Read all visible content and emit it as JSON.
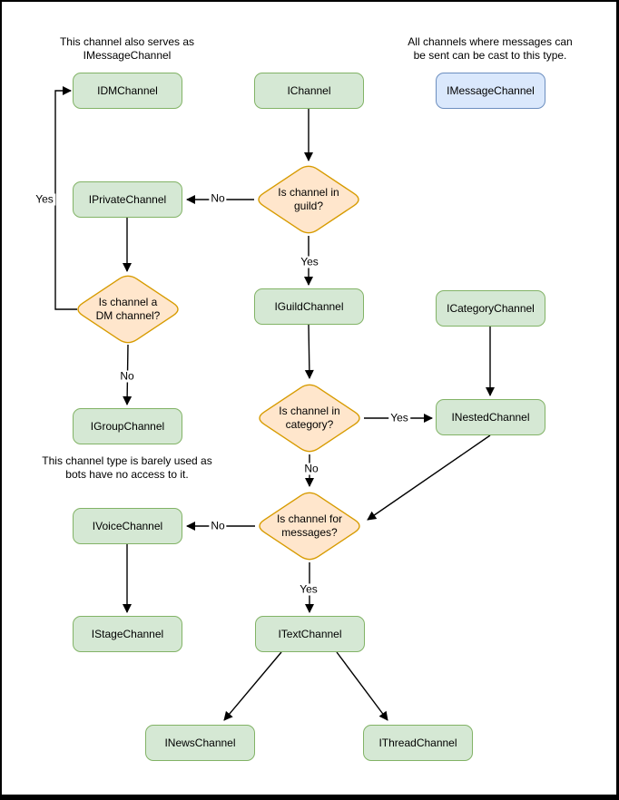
{
  "colors": {
    "channel_fill": "#d5e8d4",
    "channel_stroke": "#82b366",
    "message_fill": "#dae8fc",
    "message_stroke": "#6c8ebf",
    "decision_fill": "#ffe6cc",
    "decision_stroke": "#d79b00",
    "connector": "#000000",
    "text": "#000000",
    "page_bg": "#ffffff",
    "frame_bg": "#000000"
  },
  "notes": {
    "dm_channel": "This channel also serves as\nIMessageChannel",
    "message_channel": "All channels where messages can\nbe sent can be cast to this type.",
    "group_channel": "This channel type is barely used as\nbots have no access to it."
  },
  "nodes": {
    "idmchannel": "IDMChannel",
    "ichannel": "IChannel",
    "imessagechannel": "IMessageChannel",
    "iprivatechannel": "IPrivateChannel",
    "iguildchannel": "IGuildChannel",
    "icategorychannel": "ICategoryChannel",
    "igroupchannel": "IGroupChannel",
    "inestedchannel": "INestedChannel",
    "ivoicechannel": "IVoiceChannel",
    "istagechannel": "IStageChannel",
    "itextchannel": "ITextChannel",
    "inewschannel": "INewsChannel",
    "ithreadchannel": "IThreadChannel"
  },
  "decisions": {
    "in_guild": "Is channel in\nguild?",
    "is_dm": "Is channel a\nDM channel?",
    "in_category": "Is channel in\ncategory?",
    "for_messages": "Is channel for\nmessages?"
  },
  "edge_labels": {
    "yes": "Yes",
    "no": "No"
  }
}
